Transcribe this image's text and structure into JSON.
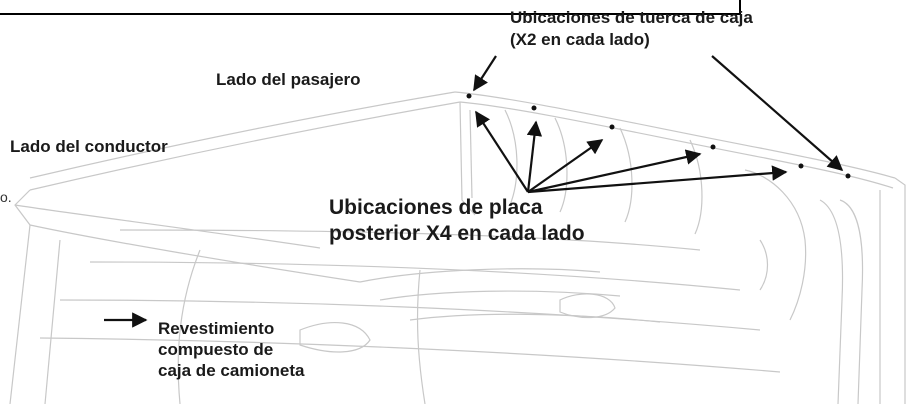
{
  "callouts": {
    "box_nut_locations": [
      "Ubicaciones de tuerca de caja",
      "(X2 en cada lado)"
    ],
    "passenger_side": "Lado del pasajero",
    "driver_side": "Lado del conductor",
    "stray_fragment": "o.",
    "rear_plate_locations": [
      "Ubicaciones de placa",
      "posterior X4 en cada lado"
    ],
    "bed_liner": [
      "Revestimiento",
      "compuesto de",
      "caja de camioneta"
    ]
  },
  "colors": {
    "line_art": "#c8c8c8",
    "text": "#1a1a1a",
    "arrow": "#111111",
    "frame": "#000000"
  },
  "icons": [
    "arrow-icon",
    "mounting-hole-dot"
  ]
}
